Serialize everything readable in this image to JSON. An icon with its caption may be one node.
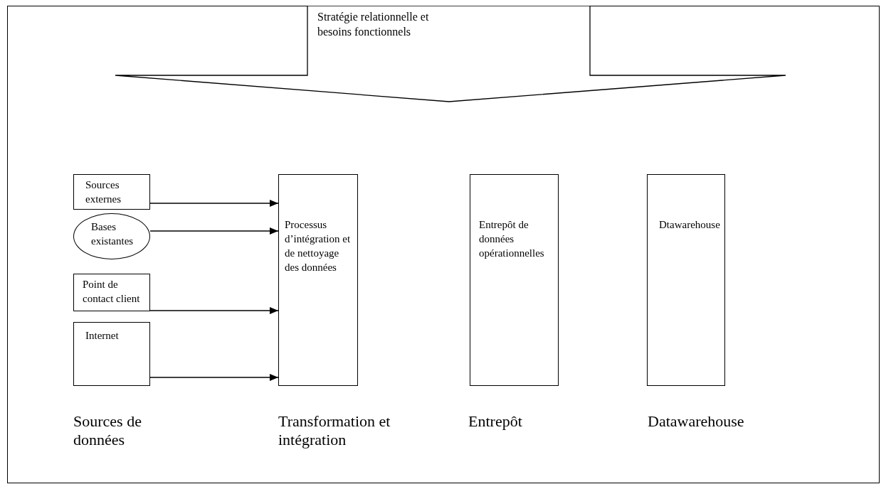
{
  "diagram": {
    "nodes": [
      {
        "text": [
          "Stratégie relationnelle et besoins fonctionnels"
        ]
      },
      {
        "text": [
          "Sources externes"
        ]
      },
      {
        "text": [
          "Bases existantes"
        ]
      },
      {
        "text": [
          "Point de contact client"
        ]
      },
      {
        "text": [
          "Internet"
        ]
      },
      {
        "text": [
          "Processus d’intégration et de nettoyage des données"
        ]
      },
      {
        "text": [
          "Entrepôt de données opérationnelles"
        ]
      },
      {
        "text": [
          "Dtawarehouse"
        ]
      }
    ],
    "edges": [
      {
        "from": 1,
        "to": 5,
        "arrow": "to"
      },
      {
        "from": 2,
        "to": 5,
        "arrow": "to"
      },
      {
        "from": 3,
        "to": 5,
        "arrow": "to"
      },
      {
        "from": 4,
        "to": 5,
        "arrow": "to"
      }
    ],
    "labels": [
      "Sources de données",
      "Transformation et intégration",
      "Entrepôt",
      "Datawarehouse"
    ]
  }
}
